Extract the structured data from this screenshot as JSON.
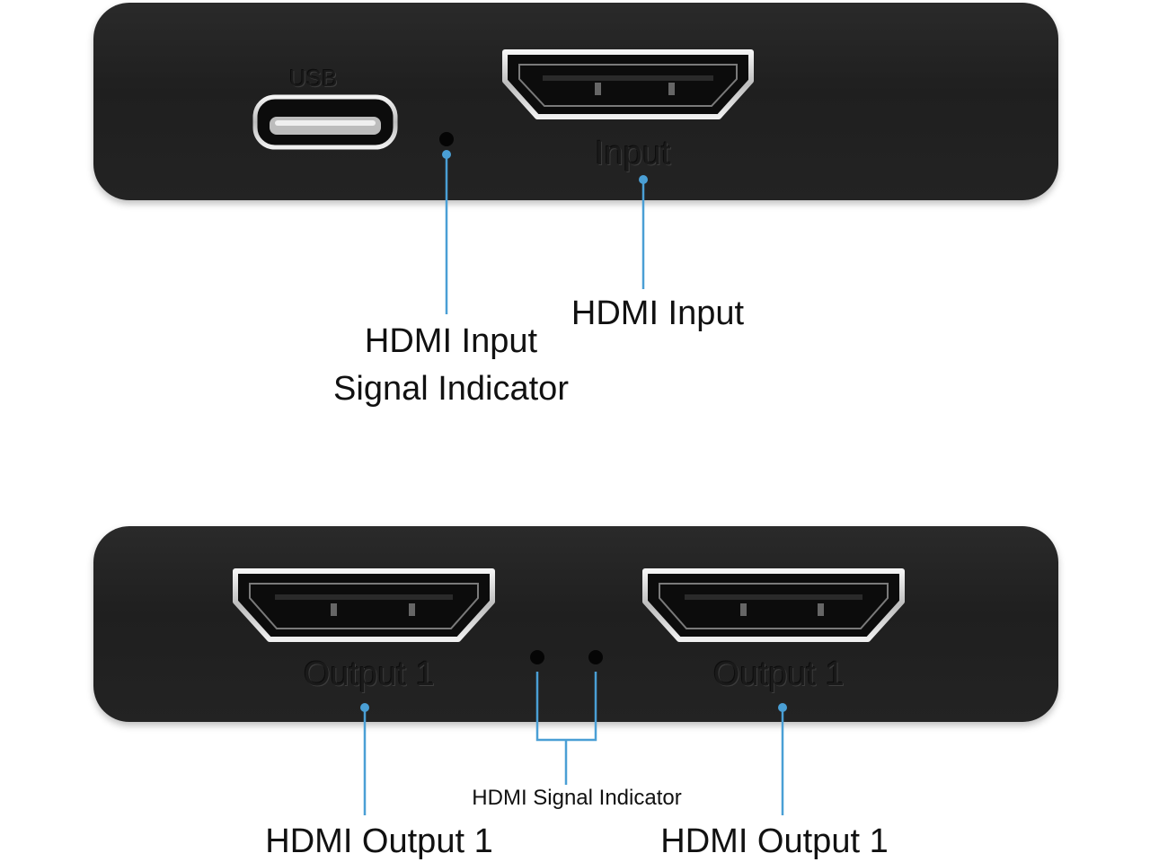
{
  "top_panel": {
    "usb_label": "USB",
    "input_label": "Input"
  },
  "bottom_panel": {
    "output_left_label": "Output 1",
    "output_right_label": "Output 1"
  },
  "callouts": {
    "hdmi_input_signal_indicator_line1": "HDMI Input",
    "hdmi_input_signal_indicator_line2": "Signal Indicator",
    "hdmi_input": "HDMI Input",
    "hdmi_signal_indicator": "HDMI Signal Indicator",
    "hdmi_output_left": "HDMI Output 1",
    "hdmi_output_right": "HDMI Output 1"
  },
  "colors": {
    "leader_line": "#4a9fd5",
    "device_body": "#222222"
  }
}
